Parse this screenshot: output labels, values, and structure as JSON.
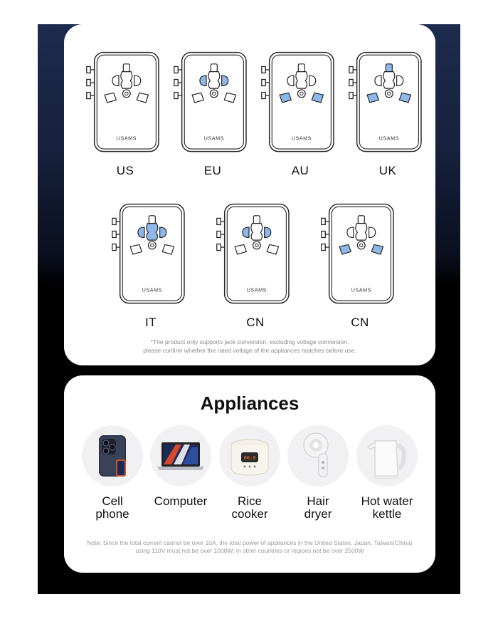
{
  "plugs": {
    "brand": "USAMS",
    "adapters": [
      {
        "label": "US",
        "highlight": "us"
      },
      {
        "label": "EU",
        "highlight": "eu"
      },
      {
        "label": "AU",
        "highlight": "au"
      },
      {
        "label": "UK",
        "highlight": "uk"
      },
      {
        "label": "IT",
        "highlight": "it"
      },
      {
        "label": "CN",
        "highlight": "cn1"
      },
      {
        "label": "CN",
        "highlight": "cn2"
      }
    ],
    "disclaimer_line1": "*The product only supports jack conversion, excluding voltage conversion,",
    "disclaimer_line2": "please confirm whether the rated voltage of the appliances matches before use."
  },
  "appliances": {
    "title": "Appliances",
    "items": [
      {
        "name": "Cell\nphone",
        "icon": "cell-phone-icon"
      },
      {
        "name": "Computer",
        "icon": "computer-icon"
      },
      {
        "name": "Rice\ncooker",
        "icon": "rice-cooker-icon"
      },
      {
        "name": "Hair\ndryer",
        "icon": "hair-dryer-icon"
      },
      {
        "name": "Hot water\nkettle",
        "icon": "kettle-icon"
      }
    ],
    "note": "Note: Since the total current cannot be over 10A, the total power of appliances in the United States, Japan, Taiwan(China) using 110V must not be over 1000W; in other countries or regions  not be over 2500W"
  },
  "colors": {
    "highlight": "#8fb8ea",
    "outline": "#222222"
  }
}
